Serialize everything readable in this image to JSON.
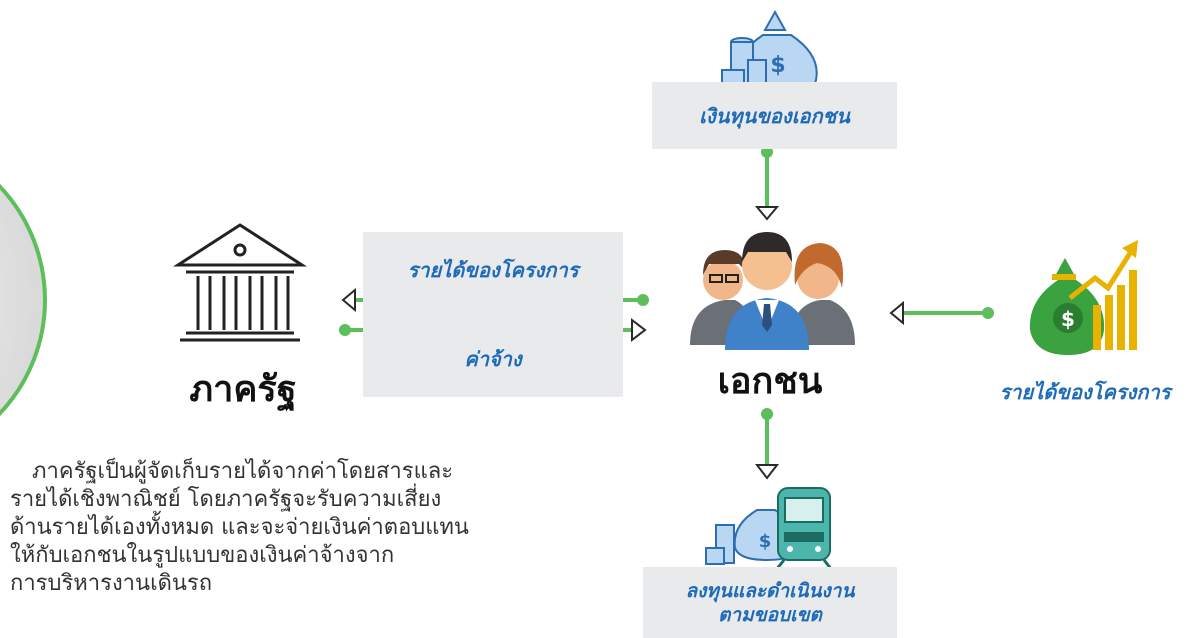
{
  "state": {
    "title": "ภาครัฐ",
    "icon": "government-building-icon"
  },
  "private": {
    "title": "เอกชน",
    "icon": "business-people-icon"
  },
  "private_funding": {
    "label": "เงินทุนของเอกชน",
    "icon": "money-bags-icon"
  },
  "flows": {
    "project_revenue_top": "รายได้ของโครงการ",
    "service_fee": "ค่าจ้าง"
  },
  "right_revenue": {
    "label": "รายได้ของโครงการ",
    "icon": "money-growth-chart-icon"
  },
  "investment": {
    "label_line1": "ลงทุนและดำเนินงาน",
    "label_line2": "ตามขอบเขต",
    "icon": "money-and-train-icon"
  },
  "description": {
    "lines": [
      "ภาครัฐเป็นผู้จัดเก็บรายได้จากค่าโดยสารและ",
      "รายได้เชิงพาณิชย์ โดยภาครัฐจะรับความเสี่ยง",
      "ด้านรายได้เองทั้งหมด และจะจ่ายเงินค่าตอบแทน",
      "ให้กับเอกชนในรูปแบบของเงินค่าจ้างจาก",
      "การบริหารงานเดินรถ"
    ]
  },
  "colors": {
    "green": "#5cbf5c",
    "blue": "#1f6bb8",
    "box": "#e9eaeb",
    "dark": "#222222"
  }
}
